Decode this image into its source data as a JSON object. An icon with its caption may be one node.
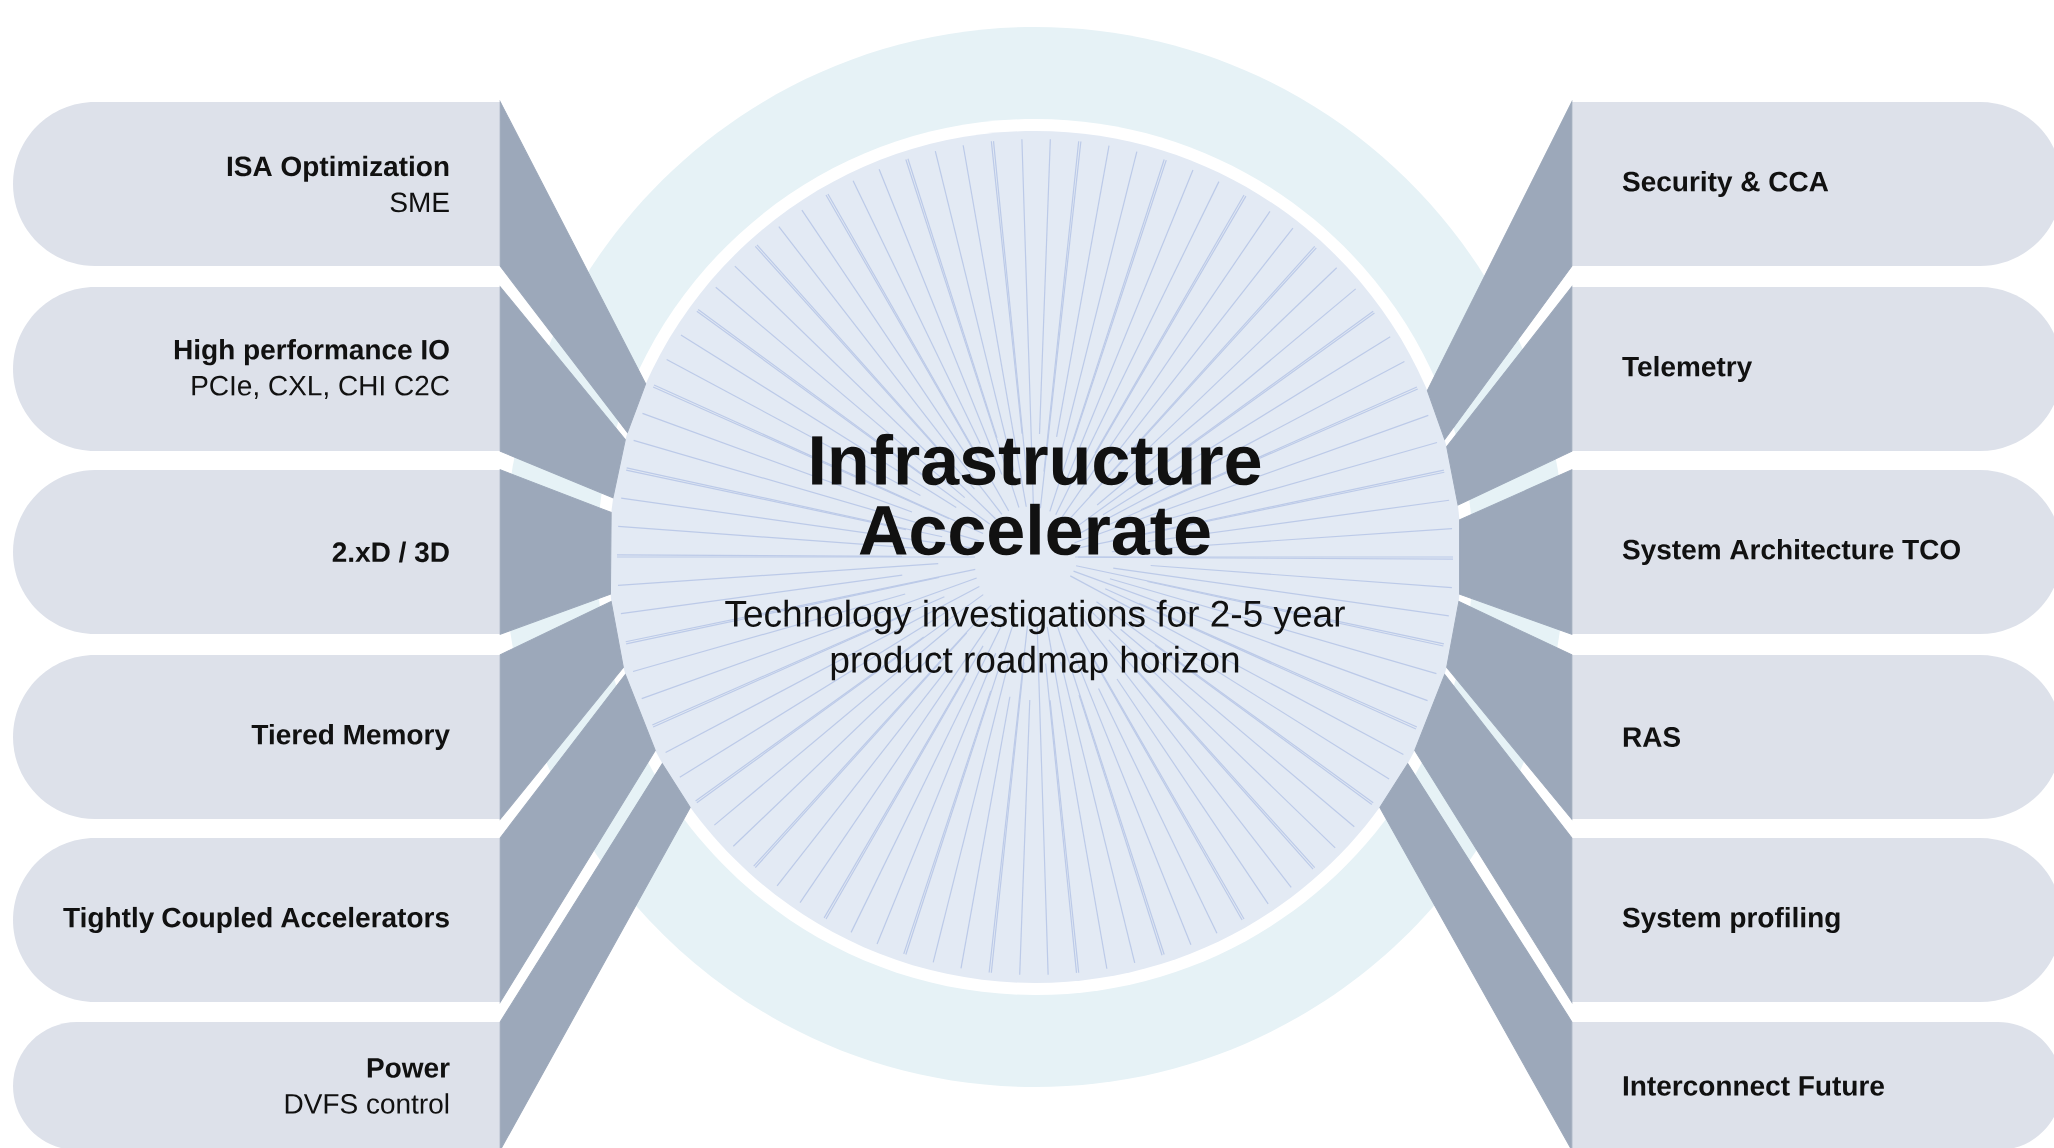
{
  "diagram": {
    "nodes": [
      {
        "text": [
          "Infrastructure Accelerate",
          "Technology investigations for 2-5 year product roadmap horizon"
        ]
      },
      {
        "text": [
          "ISA Optimization",
          "SME"
        ]
      },
      {
        "text": [
          "High performance IO",
          "PCIe, CXL, CHI C2C"
        ]
      },
      {
        "text": [
          "2.xD / 3D"
        ]
      },
      {
        "text": [
          "Tiered Memory"
        ]
      },
      {
        "text": [
          "Tightly Coupled Accelerators"
        ]
      },
      {
        "text": [
          "Power",
          "DVFS control"
        ]
      },
      {
        "text": [
          "Security & CCA"
        ]
      },
      {
        "text": [
          "Telemetry"
        ]
      },
      {
        "text": [
          "System Architecture TCO"
        ]
      },
      {
        "text": [
          "RAS"
        ]
      },
      {
        "text": [
          "System profiling"
        ]
      },
      {
        "text": [
          "Interconnect Future"
        ]
      }
    ],
    "edges": [
      {
        "from": 1,
        "to": 0,
        "arrow": "none"
      },
      {
        "from": 2,
        "to": 0,
        "arrow": "none"
      },
      {
        "from": 3,
        "to": 0,
        "arrow": "none"
      },
      {
        "from": 4,
        "to": 0,
        "arrow": "none"
      },
      {
        "from": 5,
        "to": 0,
        "arrow": "none"
      },
      {
        "from": 6,
        "to": 0,
        "arrow": "none"
      },
      {
        "from": 7,
        "to": 0,
        "arrow": "none"
      },
      {
        "from": 8,
        "to": 0,
        "arrow": "none"
      },
      {
        "from": 9,
        "to": 0,
        "arrow": "none"
      },
      {
        "from": 10,
        "to": 0,
        "arrow": "none"
      },
      {
        "from": 11,
        "to": 0,
        "arrow": "none"
      },
      {
        "from": 12,
        "to": 0,
        "arrow": "none"
      }
    ]
  }
}
